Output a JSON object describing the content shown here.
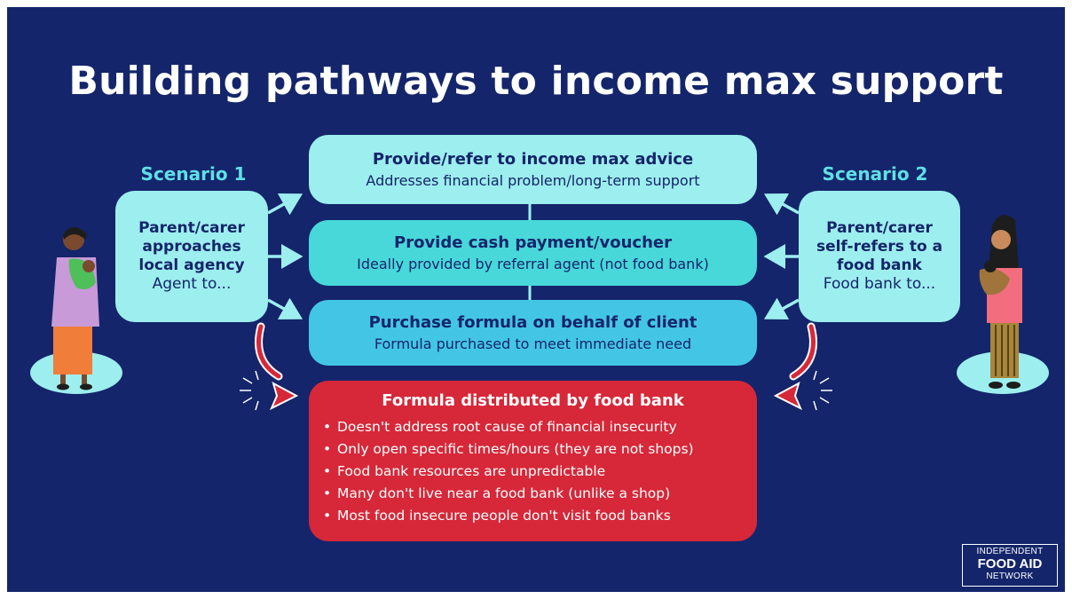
{
  "title": "Building pathways to income max support",
  "scenario1": {
    "label": "Scenario 1",
    "line1": "Parent/carer",
    "line2": "approaches",
    "line3": "local agency",
    "line4": "Agent to..."
  },
  "scenario2": {
    "label": "Scenario 2",
    "line1": "Parent/carer",
    "line2": "self-refers to a",
    "line3": "food bank",
    "line4": "Food bank to..."
  },
  "options": [
    {
      "title": "Provide/refer to income max advice",
      "desc": "Addresses financial problem/long-term support"
    },
    {
      "title": "Provide cash payment/voucher",
      "desc": "Ideally provided by referral agent (not food bank)"
    },
    {
      "title": "Purchase formula on behalf of client",
      "desc": "Formula purchased to meet immediate need"
    }
  ],
  "foodbank": {
    "title": "Formula distributed by food bank",
    "bullets": [
      "Doesn't address root cause of financial insecurity",
      "Only open specific times/hours (they are not shops)",
      "Food bank resources are unpredictable",
      "Many don't live near a food bank (unlike a shop)",
      "Most food insecure people don't visit food banks"
    ]
  },
  "logo": {
    "line1": "INDEPENDENT",
    "line2": "FOOD AID",
    "line3": "NETWORK"
  },
  "colors": {
    "background": "#14256b",
    "option1": "#9deeee",
    "option2": "#48d8da",
    "option3": "#43c6e6",
    "foodbank": "#d62839",
    "accent_text": "#5fe0e6"
  }
}
